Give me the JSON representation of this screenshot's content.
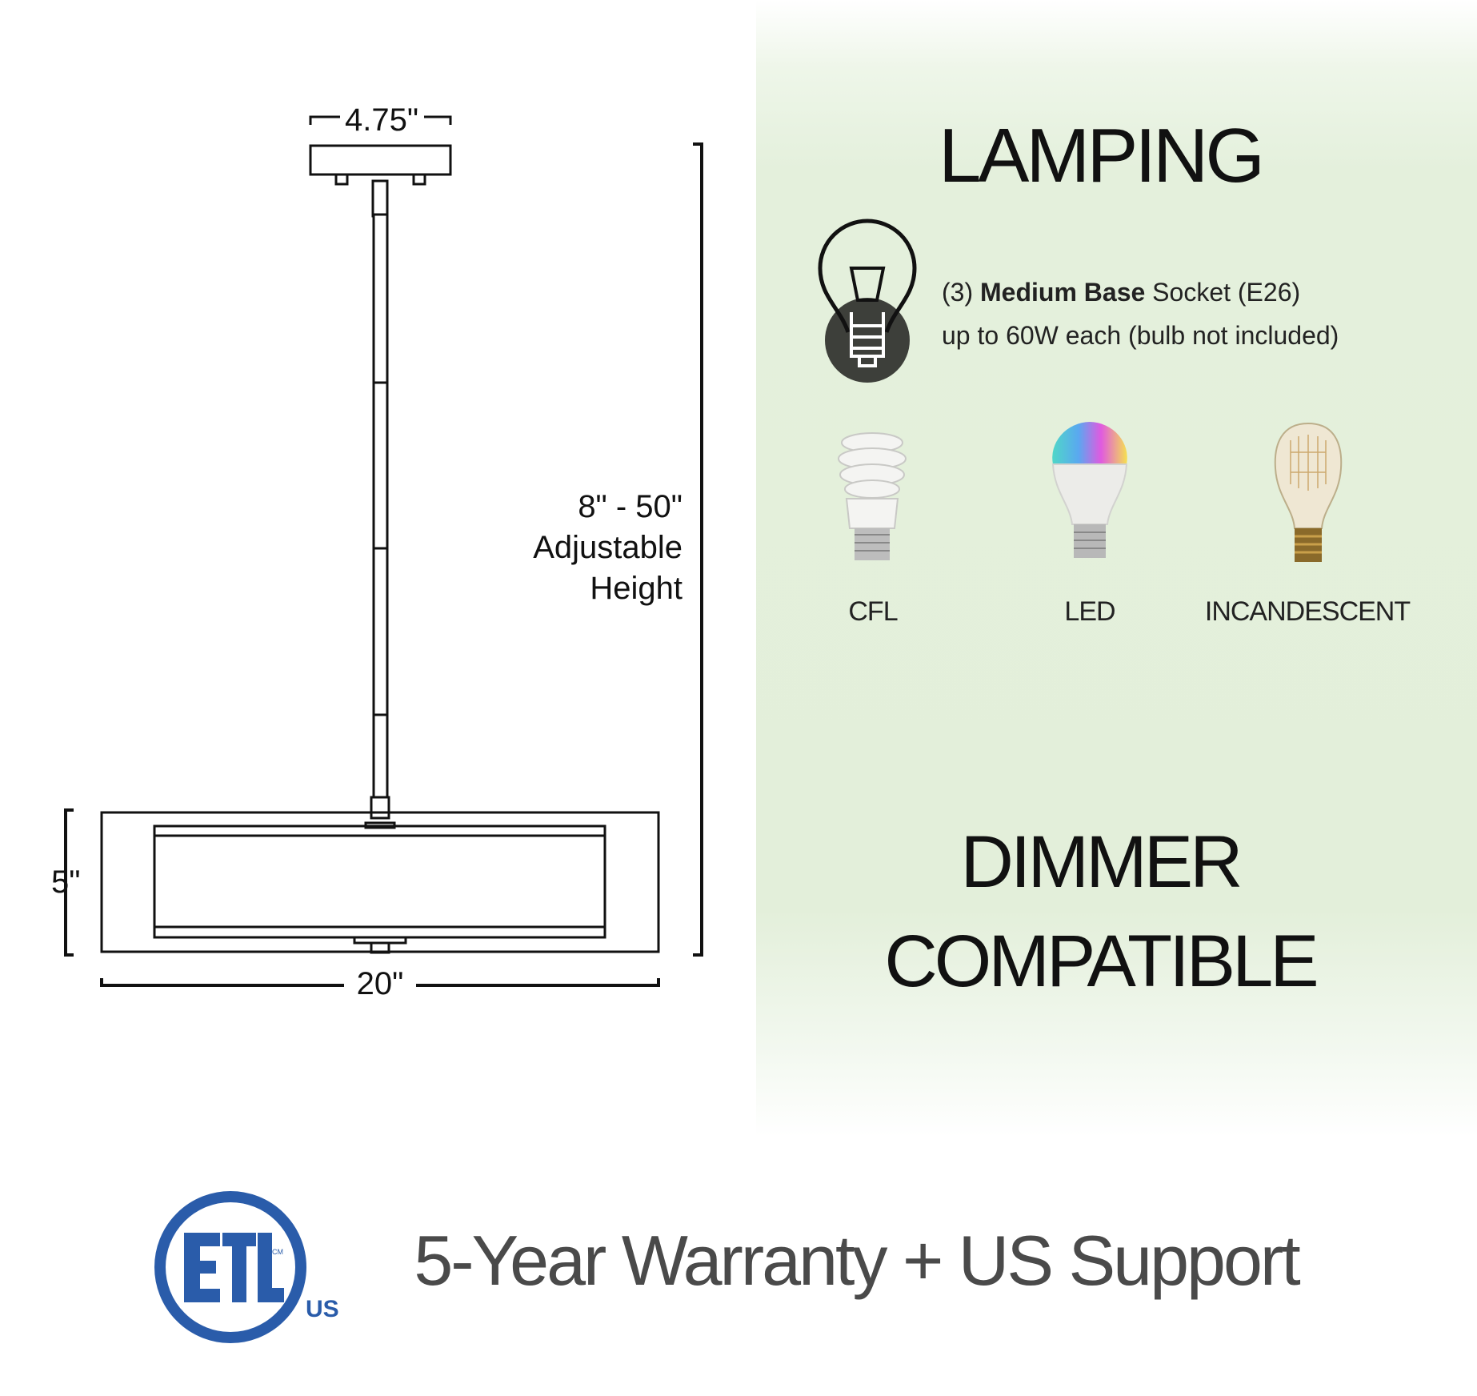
{
  "dimensions": {
    "canopy_width": "4.75\"",
    "height_range": "8\" - 50\"",
    "height_label_line2": "Adjustable",
    "height_label_line3": "Height",
    "fixture_height": "5\"",
    "fixture_width": "20\""
  },
  "lamping": {
    "title": "LAMPING",
    "socket_count": "(3)",
    "socket_type": "Medium Base",
    "socket_suffix": "Socket (E26)",
    "wattage_note": "up to 60W each (bulb not included)",
    "bulb_types": [
      {
        "label": "CFL",
        "icon": "cfl-bulb-icon"
      },
      {
        "label": "LED",
        "icon": "led-bulb-icon"
      },
      {
        "label": "INCANDESCENT",
        "icon": "incandescent-bulb-icon"
      }
    ]
  },
  "dimmer": {
    "line1": "DIMMER",
    "line2": "COMPATIBLE"
  },
  "footer": {
    "certification_logo": "ETL",
    "certification_mark": "CM",
    "certification_region": "US",
    "warranty": "5-Year Warranty + US Support"
  },
  "colors": {
    "panel_green": "#e3efda",
    "etl_blue": "#2a5caa",
    "icon_dark": "#3d3f3a",
    "warranty_gray": "#4a4a4a"
  }
}
